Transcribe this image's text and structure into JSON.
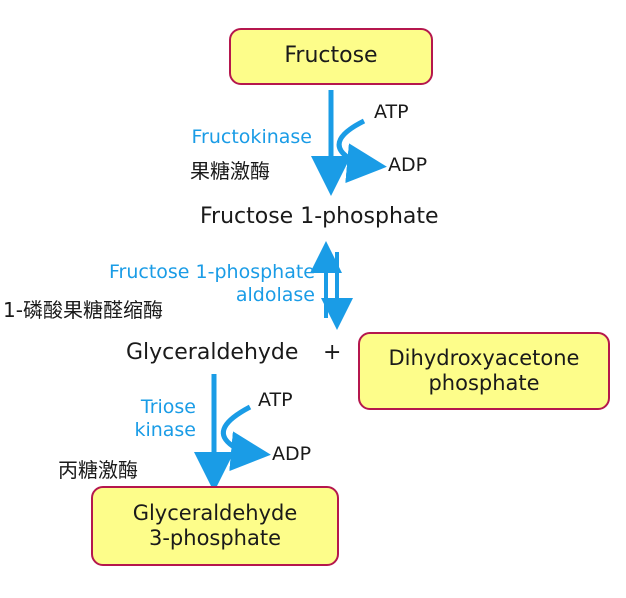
{
  "colors": {
    "enzyme_text": "#1a9ce6",
    "box_fill": "#fdfd8a",
    "box_border": "#b5174d",
    "arrow": "#1a9ce6"
  },
  "nodes": {
    "fructose": "Fructose",
    "fructose_1p": "Fructose 1-phosphate",
    "glyceraldehyde": "Glyceraldehyde",
    "plus": "+",
    "dhap_line1": "Dihydroxyacetone",
    "dhap_line2": "phosphate",
    "g3p_line1": "Glyceraldehyde",
    "g3p_line2": "3-phosphate"
  },
  "step1": {
    "enzyme": "Fructokinase",
    "enzyme_cn": "果糖激酶",
    "cofactor_in": "ATP",
    "cofactor_out": "ADP"
  },
  "step2": {
    "enzyme_line1": "Fructose 1-phosphate",
    "enzyme_line2": "aldolase",
    "enzyme_cn": "1-磷酸果糖醛缩酶"
  },
  "step3": {
    "enzyme_line1": "Triose",
    "enzyme_line2": "kinase",
    "enzyme_cn": "丙糖激酶",
    "cofactor_in": "ATP",
    "cofactor_out": "ADP"
  }
}
